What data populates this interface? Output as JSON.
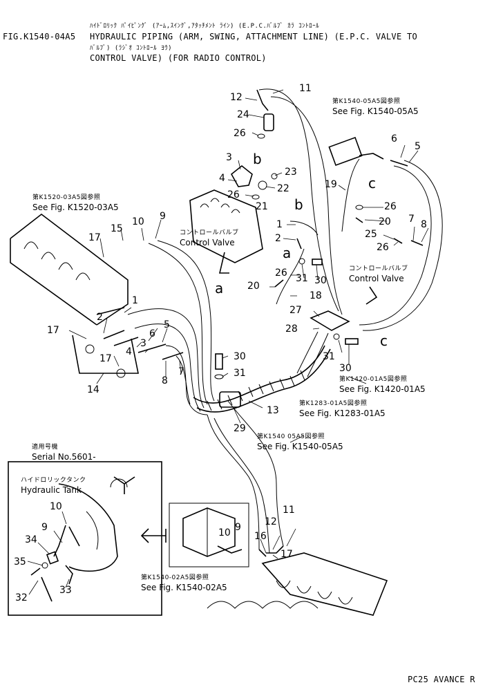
{
  "header": {
    "fig_id": "FIG.K1540-04A5",
    "jp_line1": "ﾊｲﾄﾞﾛﾘｯｸ ﾊﾟｲﾋﾟﾝｸﾞ (ｱｰﾑ,ｽｲﾝｸﾞ,ｱﾀｯﾁﾒﾝﾄ ﾗｲﾝ) (E.P.C.ﾊﾞﾙﾌﾞ ｶﾗ ｺﾝﾄﾛｰﾙ",
    "en_line1": "HYDRAULIC PIPING (ARM, SWING, ATTACHMENT LINE) (E.P.C. VALVE TO",
    "jp_line2": "ﾊﾞﾙﾌﾞ) (ﾗｼﾞｵ ｺﾝﾄﾛｰﾙ ﾖｳ)",
    "en_line2": "CONTROL VALVE) (FOR RADIO CONTROL)"
  },
  "references": {
    "k1540_05a5_top_jp": "第K1540-05A5図参照",
    "k1540_05a5_top_en": "See Fig. K1540-05A5",
    "k1520_03a5_jp": "第K1520-03A5図参照",
    "k1520_03a5_en": "See Fig. K1520-03A5",
    "k1420_01a5_jp": "第K1420-01A5図参照",
    "k1420_01a5_en": "See Fig. K1420-01A5",
    "k1283_01a5_jp": "第K1283-01A5図参照",
    "k1283_01a5_en": "See Fig. K1283-01A5",
    "k1540_05a5_mid_jp": "第K1540 05A5図参照",
    "k1540_05a5_mid_en": "See Fig. K1540-05A5",
    "k1540_02a5_jp": "第K1540-02A5図参照",
    "k1540_02a5_en": "See Fig. K1540-02A5"
  },
  "component_labels": {
    "control_valve_left_jp": "コントロールバルブ",
    "control_valve_left_en": "Control Valve",
    "control_valve_right_jp": "コントロールバルブ",
    "control_valve_right_en": "Control Valve",
    "hydraulic_tank_jp": "ハイドロリックタンク",
    "hydraulic_tank_en": "Hydraulic Tank"
  },
  "inset": {
    "applicable_jp": "適用号機",
    "serial": "Serial No.5601-"
  },
  "connection_letters": {
    "a_left": "a",
    "a_mid": "a",
    "b_top": "b",
    "b_mid": "b",
    "c_top": "c",
    "c_bottom": "c"
  },
  "part_numbers": {
    "p12_top": "12",
    "p11_top": "11",
    "p24": "24",
    "p26_top": "26",
    "p3_top": "3",
    "p4_top": "4",
    "p23": "23",
    "p22": "22",
    "p26_b": "26",
    "p21": "21",
    "p6_top": "6",
    "p5_top": "5",
    "p19": "19",
    "p26_c": "26",
    "p20_c": "20",
    "p7_r": "7",
    "p25": "25",
    "p8_r": "8",
    "p26_r": "26",
    "p1_mid": "1",
    "p2_mid": "2",
    "p26_mid": "26",
    "p31_mid": "31",
    "p30_mid": "30",
    "p20_mid": "20",
    "p18": "18",
    "p27": "27",
    "p28": "28",
    "p31_r": "31",
    "p30_r": "30",
    "p17_top": "17",
    "p15": "15",
    "p10_left": "10",
    "p9_left": "9",
    "p1_left": "1",
    "p2_left": "2",
    "p17_a": "17",
    "p6_left": "6",
    "p5_left": "5",
    "p3_left": "3",
    "p4_left": "4",
    "p17_b": "17",
    "p8_left": "8",
    "p7_left": "7",
    "p14": "14",
    "p30_c": "30",
    "p31_c": "31",
    "p13": "13",
    "p29": "29",
    "p10_box": "10",
    "p9_box": "9",
    "p12_bot": "12",
    "p11_bot": "11",
    "p16": "16",
    "p17_bot": "17",
    "p10_inset": "10",
    "p9_inset": "9",
    "p34": "34",
    "p35": "35",
    "p32": "32",
    "p33": "33"
  },
  "footer": {
    "model": "PC25 AVANCE R"
  }
}
